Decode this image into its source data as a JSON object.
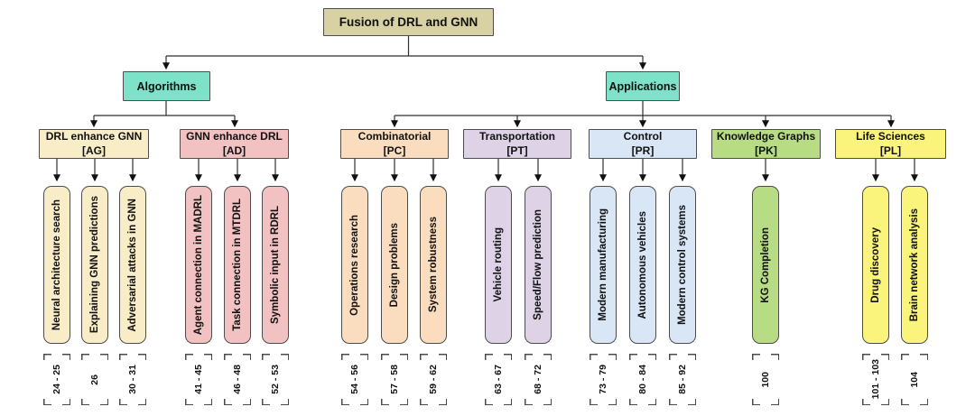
{
  "palette": {
    "root_bg": "#d7d1a4",
    "branch_bg": "#7de2c7",
    "ag_bg": "#f9edc8",
    "ad_bg": "#f1c2c1",
    "pc_bg": "#faddbe",
    "pt_bg": "#ddd2e6",
    "pr_bg": "#d9e6f5",
    "pk_bg": "#b8dc84",
    "pl_bg": "#faf37c",
    "line_color": "#2e2e2e",
    "text_color": "#111111"
  },
  "root": {
    "label": "Fusion of DRL and GNN"
  },
  "branches": {
    "algorithms": {
      "label": "Algorithms"
    },
    "applications": {
      "label": "Applications"
    }
  },
  "categories": [
    {
      "id": "ag",
      "branch": "algorithms",
      "title": "DRL enhance GNN",
      "tag": "[AG]",
      "children": [
        {
          "label": "Neural architecture search",
          "refs": "24 - 25"
        },
        {
          "label": "Explaining GNN predictions",
          "refs": "26"
        },
        {
          "label": "Adversarial attacks in GNN",
          "refs": "30 - 31"
        }
      ]
    },
    {
      "id": "ad",
      "branch": "algorithms",
      "title": "GNN enhance DRL",
      "tag": "[AD]",
      "children": [
        {
          "label": "Agent connection in MADRL",
          "refs": "41 - 45"
        },
        {
          "label": "Task connection in MTDRL",
          "refs": "46 - 48"
        },
        {
          "label": "Symbolic input in RDRL",
          "refs": "52 - 53"
        }
      ]
    },
    {
      "id": "pc",
      "branch": "applications",
      "title": "Combinatorial",
      "tag": "[PC]",
      "children": [
        {
          "label": "Operations research",
          "refs": "54 - 56"
        },
        {
          "label": "Design problems",
          "refs": "57 - 58"
        },
        {
          "label": "System robustness",
          "refs": "59 - 62"
        }
      ]
    },
    {
      "id": "pt",
      "branch": "applications",
      "title": "Transportation",
      "tag": "[PT]",
      "children": [
        {
          "label": "Vehicle routing",
          "refs": "63 - 67"
        },
        {
          "label": "Speed/Flow prediction",
          "refs": "68 - 72"
        }
      ]
    },
    {
      "id": "pr",
      "branch": "applications",
      "title": "Control",
      "tag": "[PR]",
      "children": [
        {
          "label": "Modern manufacturing",
          "refs": "73 - 79"
        },
        {
          "label": "Autonomous vehicles",
          "refs": "80 - 84"
        },
        {
          "label": "Modern control systems",
          "refs": "85 - 92"
        }
      ]
    },
    {
      "id": "pk",
      "branch": "applications",
      "title": "Knowledge Graphs",
      "tag": "[PK]",
      "children": [
        {
          "label": "KG Completion",
          "refs": "100"
        }
      ]
    },
    {
      "id": "pl",
      "branch": "applications",
      "title": "Life Sciences",
      "tag": "[PL]",
      "children": [
        {
          "label": "Drug discovery",
          "refs": "101 - 103"
        },
        {
          "label": "Brain network analysis",
          "refs": "104"
        }
      ]
    }
  ]
}
